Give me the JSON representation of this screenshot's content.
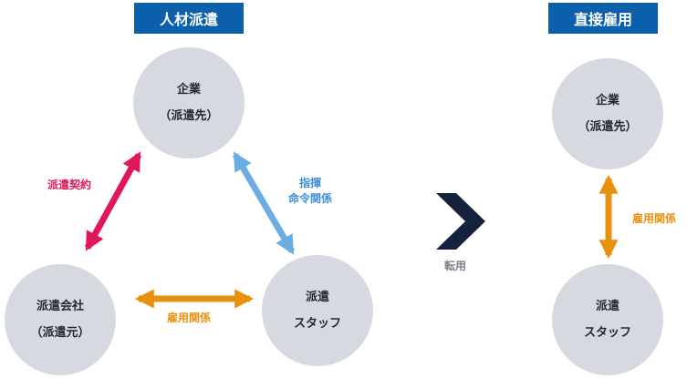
{
  "left_panel": {
    "title": "人材派遣",
    "nodes": {
      "company": {
        "line1": "企業",
        "line2": "（派遣先）"
      },
      "agency": {
        "line1": "派遣会社",
        "line2": "（派遣元）"
      },
      "staff": {
        "line1": "派遣",
        "line2": "スタッフ"
      }
    },
    "relations": {
      "dispatch_contract": "派遣契約",
      "command": {
        "line1": "指揮",
        "line2": "命令関係"
      },
      "employment": "雇用関係"
    }
  },
  "transition": {
    "label": "転用"
  },
  "right_panel": {
    "title": "直接雇用",
    "nodes": {
      "company": {
        "line1": "企業",
        "line2": "（派遣先）"
      },
      "staff": {
        "line1": "派遣",
        "line2": "スタッフ"
      }
    },
    "relations": {
      "employment": "雇用関係"
    }
  },
  "colors": {
    "header_bg": "#0b5fab",
    "node_fill": "#d6d9df",
    "contract_arrow": "#e0175a",
    "command_arrow": "#6aade4",
    "employment_arrow": "#e8910e",
    "chevron": "#15213d",
    "transition_text": "#7a7f88"
  }
}
